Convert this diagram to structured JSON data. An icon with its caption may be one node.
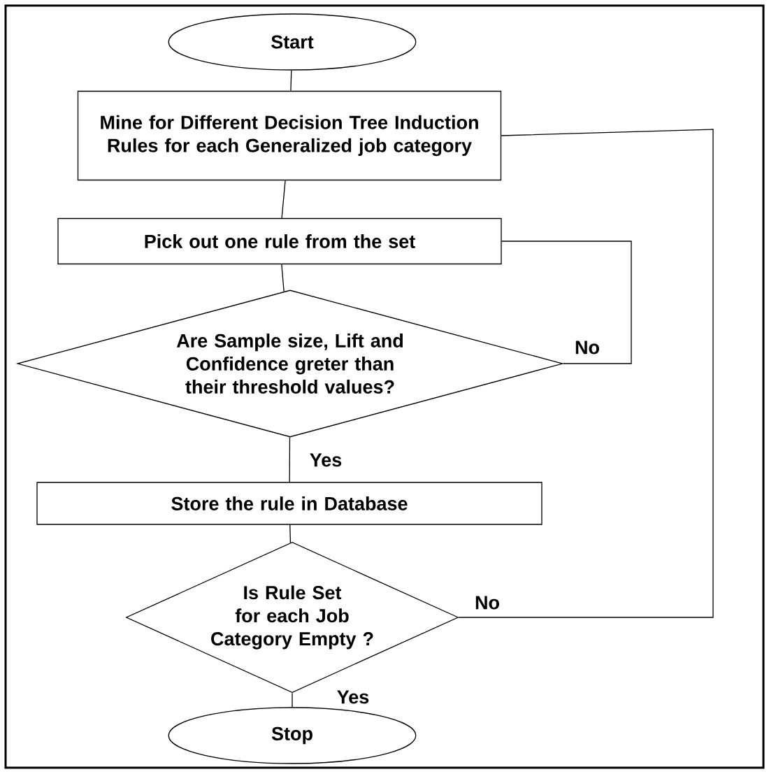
{
  "diagram": {
    "nodes": [
      {
        "text": [
          "Start"
        ]
      },
      {
        "text": [
          "Mine for Different Decision Tree Induction Rules for each Generalized job category"
        ]
      },
      {
        "text": [
          "Pick out one rule from the set"
        ]
      },
      {
        "text": [
          "Are Sample size, Lift and Confidence greter than their threshold values?"
        ]
      },
      {
        "text": [
          "Store the rule in Database"
        ]
      },
      {
        "text": [
          "Is Rule Set for each Job Category Empty ?"
        ]
      },
      {
        "text": [
          "Stop"
        ]
      }
    ],
    "edges": [
      {
        "from": 0,
        "to": 1,
        "arrow": "none"
      },
      {
        "from": 1,
        "to": 2,
        "arrow": "none"
      },
      {
        "from": 2,
        "to": 3,
        "arrow": "none"
      },
      {
        "from": 3,
        "to": 4,
        "arrow": "none",
        "label": "Yes"
      },
      {
        "from": 3,
        "to": 2,
        "arrow": "none",
        "label": "No"
      },
      {
        "from": 4,
        "to": 5,
        "arrow": "none"
      },
      {
        "from": 5,
        "to": 6,
        "arrow": "none",
        "label": "Yes"
      },
      {
        "from": 5,
        "to": 1,
        "arrow": "none",
        "label": "No"
      }
    ]
  }
}
